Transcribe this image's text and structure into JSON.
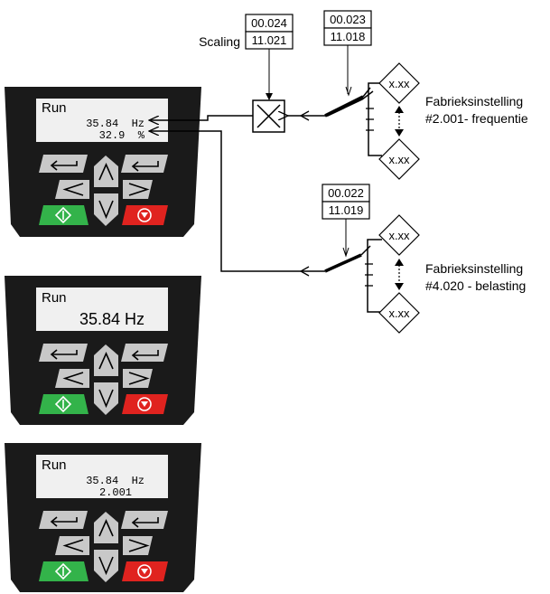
{
  "scaling": {
    "label": "Scaling",
    "param_top": "00.024",
    "param_bottom": "11.021"
  },
  "selector_top": {
    "param_top": "00.023",
    "param_bottom": "11.018",
    "option_upper": "x.xx",
    "option_lower": "x.xx",
    "default_line1": "Fabrieksinstelling",
    "default_line2": "#2.001- frequentie"
  },
  "selector_bottom": {
    "param_top": "00.022",
    "param_bottom": "11.019",
    "option_upper": "x.xx",
    "option_lower": "x.xx",
    "default_line1": "Fabrieksinstelling",
    "default_line2": "#4.020 - belasting"
  },
  "keypads": [
    {
      "status": "Run",
      "line1": "35.84  Hz",
      "line2": "32.9  %"
    },
    {
      "status": "Run",
      "line1": "35.84 Hz",
      "line2": ""
    },
    {
      "status": "Run",
      "line1": "35.84  Hz",
      "line2": "2.001"
    }
  ],
  "colors": {
    "housing": "#1a1a1a",
    "lcd": "#f0f0f0",
    "key": "#c8c8c8",
    "start_key": "#33b34a",
    "stop_key": "#e0231f"
  }
}
